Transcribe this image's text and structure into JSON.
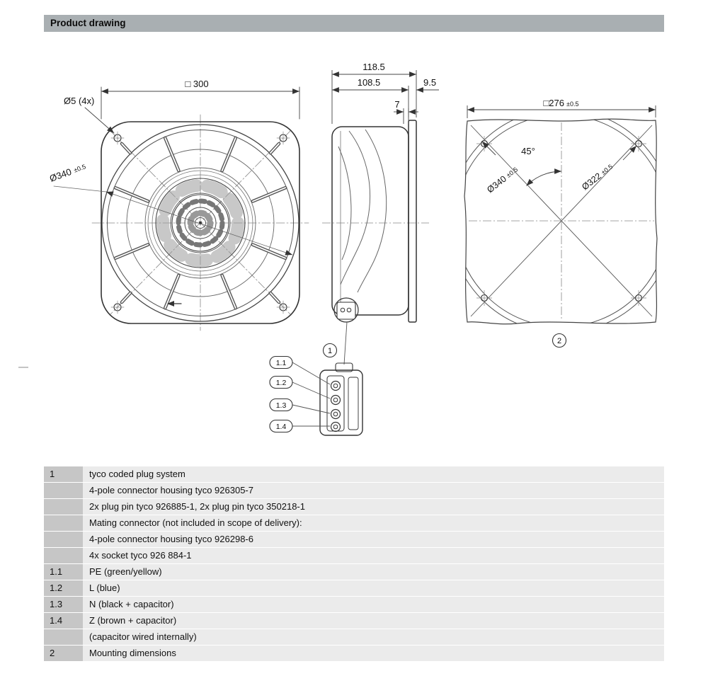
{
  "page": {
    "title": "Product drawing"
  },
  "front_view": {
    "dim_square": "□ 300",
    "dim_holes": "Ø5 (4x)",
    "dim_diameter": "Ø340",
    "dim_diameter_tol": "±0.5"
  },
  "side_view": {
    "dim_total_depth": "118.5",
    "dim_housing_depth": "108.5",
    "dim_flange_offset": "9.5",
    "dim_flange_thickness": "7",
    "detail_callout": "1"
  },
  "mounting_view": {
    "dim_square": "□276",
    "dim_square_tol": "±0.5",
    "dim_angle": "45°",
    "dim_outer_circle": "Ø340",
    "dim_outer_circle_tol": "±0.5",
    "dim_inner_circle": "Ø322",
    "dim_inner_circle_tol": "±0.5",
    "view_callout": "2"
  },
  "connector_detail": {
    "pin_callouts": [
      "1.1",
      "1.2",
      "1.3",
      "1.4"
    ]
  },
  "legend": {
    "rows": [
      {
        "key": "1",
        "desc": "tyco coded plug system"
      },
      {
        "key": "",
        "desc": "4-pole connector housing tyco 926305-7"
      },
      {
        "key": "",
        "desc": "2x plug pin tyco 926885-1, 2x plug pin tyco 350218-1"
      },
      {
        "key": "",
        "desc": "Mating connector (not included in scope of delivery):"
      },
      {
        "key": "",
        "desc": "4-pole connector housing tyco 926298-6"
      },
      {
        "key": "",
        "desc": "4x socket tyco 926 884-1"
      },
      {
        "key": "1.1",
        "desc": "PE (green/yellow)"
      },
      {
        "key": "1.2",
        "desc": "L (blue)"
      },
      {
        "key": "1.3",
        "desc": "N (black + capacitor)"
      },
      {
        "key": "1.4",
        "desc": "Z (brown + capacitor)"
      },
      {
        "key": "",
        "desc": "(capacitor wired internally)"
      },
      {
        "key": "2",
        "desc": "Mounting dimensions"
      }
    ]
  },
  "colors": {
    "header_bg": "#a9afb2",
    "legend_key_bg": "#c6c6c6",
    "legend_desc_bg": "#ebebeb",
    "line": "#3a3a3a"
  }
}
